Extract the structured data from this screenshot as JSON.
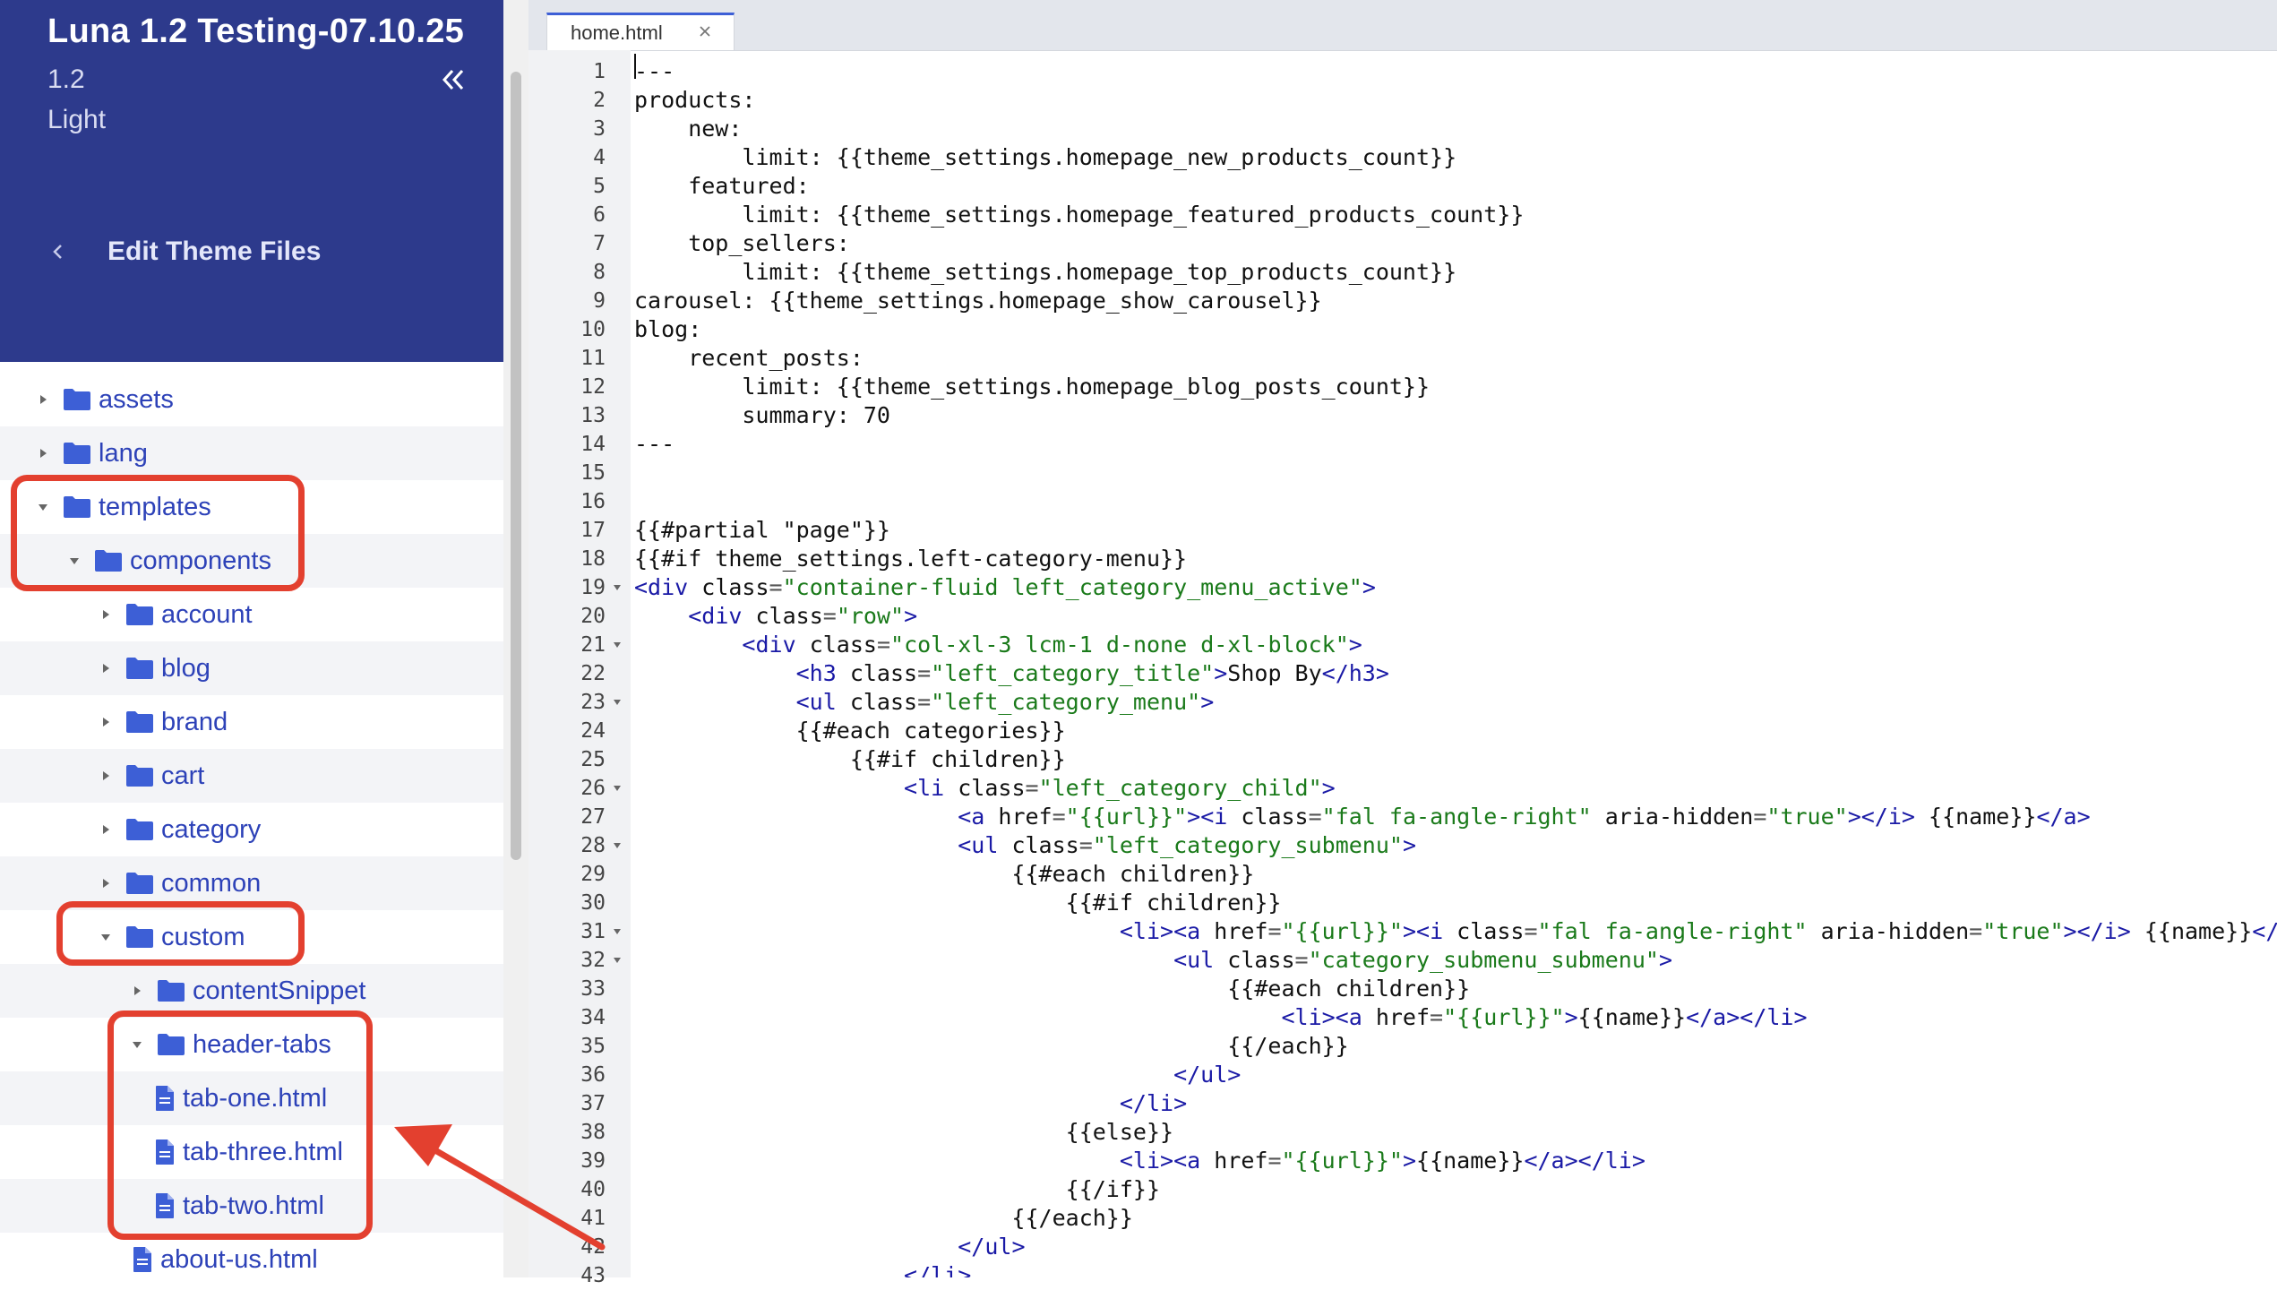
{
  "sidebar": {
    "theme_title": "Luna 1.2 Testing-07.10.25",
    "theme_version": "1.2",
    "theme_variation": "Light",
    "back_label": "Edit Theme Files",
    "tree": [
      {
        "label": "assets",
        "kind": "folder",
        "depth": 0,
        "expanded": false
      },
      {
        "label": "lang",
        "kind": "folder",
        "depth": 0,
        "expanded": false
      },
      {
        "label": "templates",
        "kind": "folder",
        "depth": 0,
        "expanded": true
      },
      {
        "label": "components",
        "kind": "folder",
        "depth": 1,
        "expanded": true
      },
      {
        "label": "account",
        "kind": "folder",
        "depth": 2,
        "expanded": false
      },
      {
        "label": "blog",
        "kind": "folder",
        "depth": 2,
        "expanded": false
      },
      {
        "label": "brand",
        "kind": "folder",
        "depth": 2,
        "expanded": false
      },
      {
        "label": "cart",
        "kind": "folder",
        "depth": 2,
        "expanded": false
      },
      {
        "label": "category",
        "kind": "folder",
        "depth": 2,
        "expanded": false
      },
      {
        "label": "common",
        "kind": "folder",
        "depth": 2,
        "expanded": false
      },
      {
        "label": "custom",
        "kind": "folder",
        "depth": 2,
        "expanded": true
      },
      {
        "label": "contentSnippet",
        "kind": "folder",
        "depth": 3,
        "expanded": false
      },
      {
        "label": "header-tabs",
        "kind": "folder",
        "depth": 3,
        "expanded": true
      },
      {
        "label": "tab-one.html",
        "kind": "file",
        "depth": 4
      },
      {
        "label": "tab-three.html",
        "kind": "file",
        "depth": 4
      },
      {
        "label": "tab-two.html",
        "kind": "file",
        "depth": 4
      },
      {
        "label": "about-us.html",
        "kind": "file",
        "depth": 3
      }
    ]
  },
  "editor": {
    "tab_label": "home.html",
    "fold_lines": [
      19,
      21,
      23,
      26,
      28,
      31,
      32
    ],
    "lines": [
      [
        [
          "n",
          "---"
        ]
      ],
      [
        [
          "n",
          "products:"
        ]
      ],
      [
        [
          "n",
          "    new:"
        ]
      ],
      [
        [
          "n",
          "        limit: {{theme_settings.homepage_new_products_count}}"
        ]
      ],
      [
        [
          "n",
          "    featured:"
        ]
      ],
      [
        [
          "n",
          "        limit: {{theme_settings.homepage_featured_products_count}}"
        ]
      ],
      [
        [
          "n",
          "    top_sellers:"
        ]
      ],
      [
        [
          "n",
          "        limit: {{theme_settings.homepage_top_products_count}}"
        ]
      ],
      [
        [
          "n",
          "carousel: {{theme_settings.homepage_show_carousel}}"
        ]
      ],
      [
        [
          "n",
          "blog:"
        ]
      ],
      [
        [
          "n",
          "    recent_posts:"
        ]
      ],
      [
        [
          "n",
          "        limit: {{theme_settings.homepage_blog_posts_count}}"
        ]
      ],
      [
        [
          "n",
          "        summary: 70"
        ]
      ],
      [
        [
          "n",
          "---"
        ]
      ],
      [
        [
          "n",
          ""
        ]
      ],
      [
        [
          "n",
          ""
        ]
      ],
      [
        [
          "n",
          "{{#partial \"page\"}}"
        ]
      ],
      [
        [
          "n",
          "{{#if theme_settings.left-category-menu}}"
        ]
      ],
      [
        [
          "t",
          "<div"
        ],
        [
          "n",
          " class"
        ],
        [
          "o",
          "="
        ],
        [
          "s",
          "\"container-fluid left_category_menu_active\""
        ],
        [
          "t",
          ">"
        ]
      ],
      [
        [
          "n",
          "    "
        ],
        [
          "t",
          "<div"
        ],
        [
          "n",
          " class"
        ],
        [
          "o",
          "="
        ],
        [
          "s",
          "\"row\""
        ],
        [
          "t",
          ">"
        ]
      ],
      [
        [
          "n",
          "        "
        ],
        [
          "t",
          "<div"
        ],
        [
          "n",
          " class"
        ],
        [
          "o",
          "="
        ],
        [
          "s",
          "\"col-xl-3 lcm-1 d-none d-xl-block\""
        ],
        [
          "t",
          ">"
        ]
      ],
      [
        [
          "n",
          "            "
        ],
        [
          "t",
          "<h3"
        ],
        [
          "n",
          " class"
        ],
        [
          "o",
          "="
        ],
        [
          "s",
          "\"left_category_title\""
        ],
        [
          "t",
          ">"
        ],
        [
          "n",
          "Shop By"
        ],
        [
          "t",
          "</h3>"
        ]
      ],
      [
        [
          "n",
          "            "
        ],
        [
          "t",
          "<ul"
        ],
        [
          "n",
          " class"
        ],
        [
          "o",
          "="
        ],
        [
          "s",
          "\"left_category_menu\""
        ],
        [
          "t",
          ">"
        ]
      ],
      [
        [
          "n",
          "            {{#each categories}}"
        ]
      ],
      [
        [
          "n",
          "                {{#if children}}"
        ]
      ],
      [
        [
          "n",
          "                    "
        ],
        [
          "t",
          "<li"
        ],
        [
          "n",
          " class"
        ],
        [
          "o",
          "="
        ],
        [
          "s",
          "\"left_category_child\""
        ],
        [
          "t",
          ">"
        ]
      ],
      [
        [
          "n",
          "                        "
        ],
        [
          "t",
          "<a"
        ],
        [
          "n",
          " href"
        ],
        [
          "o",
          "="
        ],
        [
          "s",
          "\"{{url}}\""
        ],
        [
          "t",
          "><i"
        ],
        [
          "n",
          " class"
        ],
        [
          "o",
          "="
        ],
        [
          "s",
          "\"fal fa-angle-right\""
        ],
        [
          "n",
          " aria-hidden"
        ],
        [
          "o",
          "="
        ],
        [
          "s",
          "\"true\""
        ],
        [
          "t",
          "></i>"
        ],
        [
          "n",
          " {{name}}"
        ],
        [
          "t",
          "</a>"
        ]
      ],
      [
        [
          "n",
          "                        "
        ],
        [
          "t",
          "<ul"
        ],
        [
          "n",
          " class"
        ],
        [
          "o",
          "="
        ],
        [
          "s",
          "\"left_category_submenu\""
        ],
        [
          "t",
          ">"
        ]
      ],
      [
        [
          "n",
          "                            {{#each children}}"
        ]
      ],
      [
        [
          "n",
          "                                {{#if children}}"
        ]
      ],
      [
        [
          "n",
          "                                    "
        ],
        [
          "t",
          "<li><a"
        ],
        [
          "n",
          " href"
        ],
        [
          "o",
          "="
        ],
        [
          "s",
          "\"{{url}}\""
        ],
        [
          "t",
          "><i"
        ],
        [
          "n",
          " class"
        ],
        [
          "o",
          "="
        ],
        [
          "s",
          "\"fal fa-angle-right\""
        ],
        [
          "n",
          " aria-hidden"
        ],
        [
          "o",
          "="
        ],
        [
          "s",
          "\"true\""
        ],
        [
          "t",
          "></i>"
        ],
        [
          "n",
          " {{name}}"
        ],
        [
          "t",
          "</a>"
        ]
      ],
      [
        [
          "n",
          "                                        "
        ],
        [
          "t",
          "<ul"
        ],
        [
          "n",
          " class"
        ],
        [
          "o",
          "="
        ],
        [
          "s",
          "\"category_submenu_submenu\""
        ],
        [
          "t",
          ">"
        ]
      ],
      [
        [
          "n",
          "                                            {{#each children}}"
        ]
      ],
      [
        [
          "n",
          "                                                "
        ],
        [
          "t",
          "<li><a"
        ],
        [
          "n",
          " href"
        ],
        [
          "o",
          "="
        ],
        [
          "s",
          "\"{{url}}\""
        ],
        [
          "t",
          ">"
        ],
        [
          "n",
          "{{name}}"
        ],
        [
          "t",
          "</a></li>"
        ]
      ],
      [
        [
          "n",
          "                                            {{/each}}"
        ]
      ],
      [
        [
          "n",
          "                                        "
        ],
        [
          "t",
          "</ul>"
        ]
      ],
      [
        [
          "n",
          "                                    "
        ],
        [
          "t",
          "</li>"
        ]
      ],
      [
        [
          "n",
          "                                {{else}}"
        ]
      ],
      [
        [
          "n",
          "                                    "
        ],
        [
          "t",
          "<li><a"
        ],
        [
          "n",
          " href"
        ],
        [
          "o",
          "="
        ],
        [
          "s",
          "\"{{url}}\""
        ],
        [
          "t",
          ">"
        ],
        [
          "n",
          "{{name}}"
        ],
        [
          "t",
          "</a></li>"
        ]
      ],
      [
        [
          "n",
          "                                {{/if}}"
        ]
      ],
      [
        [
          "n",
          "                            {{/each}}"
        ]
      ],
      [
        [
          "n",
          "                        "
        ],
        [
          "t",
          "</ul>"
        ]
      ],
      [
        [
          "n",
          "                    "
        ],
        [
          "t",
          "</li>"
        ]
      ]
    ]
  },
  "colors": {
    "header_bg": "#2d3a8c",
    "tree_label": "#2d42b8",
    "folder_icon": "#3d5fd6",
    "annotation": "#e3402f",
    "tag": "#1a1aa6",
    "string": "#1a7a1a"
  },
  "icons": {
    "collapse": "double-chevron-left-icon",
    "back": "chevron-left-icon",
    "folder": "folder-icon",
    "file": "file-icon",
    "close": "close-icon"
  }
}
